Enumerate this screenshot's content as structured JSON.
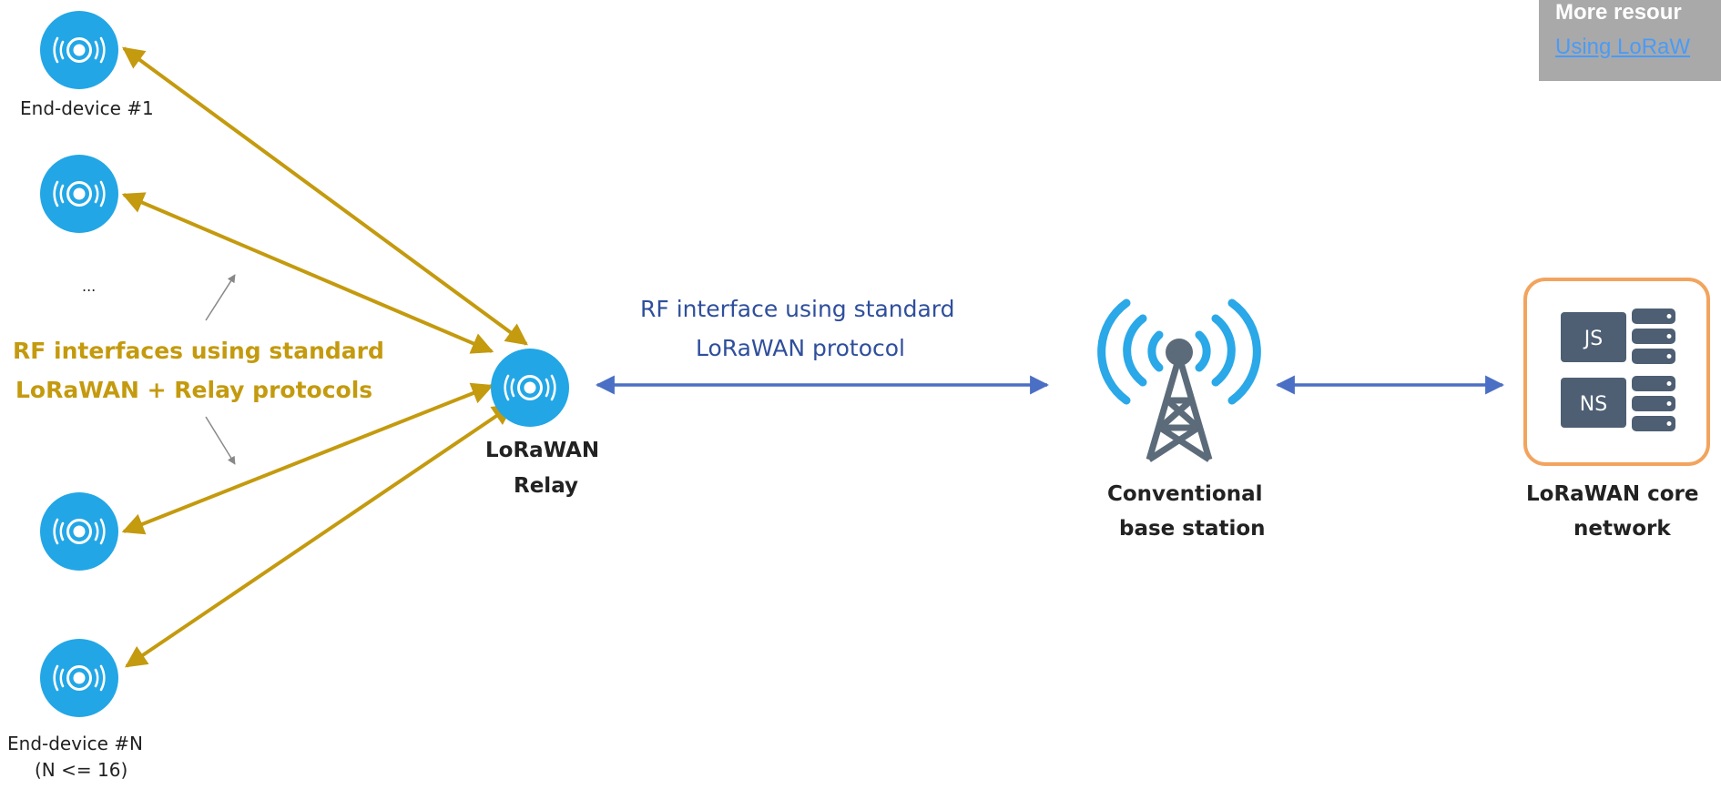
{
  "end_devices": {
    "first_label": "End-device #1",
    "ellipsis": "...",
    "last_label": "End-device #N",
    "last_sublabel": "(N <= 16)"
  },
  "relay": {
    "label_line1": "LoRaWAN",
    "label_line2": "Relay"
  },
  "relay_interfaces_caption": {
    "line1": "RF interfaces using standard",
    "line2": "LoRaWAN + Relay protocols"
  },
  "rf_interface_caption": {
    "line1": "RF interface using standard",
    "line2": "LoRaWAN protocol"
  },
  "base_station": {
    "label_line1": "Conventional",
    "label_line2": "base station"
  },
  "core_network": {
    "label_line1": "LoRaWAN core",
    "label_line2": "network",
    "servers": [
      "JS",
      "NS"
    ]
  },
  "resources": {
    "title": "More resour",
    "link_text": "Using LoRaW"
  },
  "colors": {
    "device_circle": "#22a6e6",
    "gold_arrow": "#c49a0e",
    "blue_arrow": "#4a6fc4",
    "tower": "#5c6b7a",
    "waves": "#2aa8e8",
    "core_border": "#f2a45e",
    "server": "#4e5f74"
  },
  "icons": {
    "device": "radio-signal-icon",
    "tower": "cell-tower-icon",
    "server": "server-stack-icon"
  }
}
